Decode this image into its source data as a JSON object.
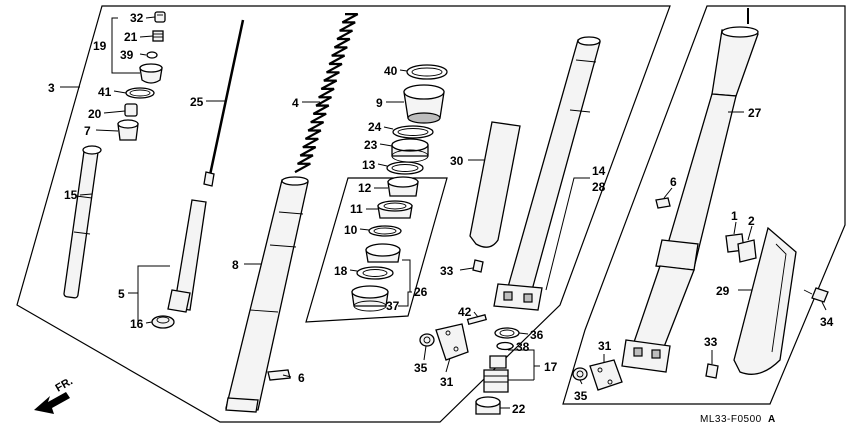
{
  "diagram": {
    "drawing_code": "ML33-F0500",
    "drawing_code_suffix": "A",
    "direction_label": "FR.",
    "callouts": [
      {
        "id": "c32",
        "text": "32"
      },
      {
        "id": "c21",
        "text": "21"
      },
      {
        "id": "c19",
        "text": "19"
      },
      {
        "id": "c39",
        "text": "39"
      },
      {
        "id": "c3",
        "text": "3"
      },
      {
        "id": "c41",
        "text": "41"
      },
      {
        "id": "c20",
        "text": "20"
      },
      {
        "id": "c7",
        "text": "7"
      },
      {
        "id": "c15",
        "text": "15"
      },
      {
        "id": "c5",
        "text": "5"
      },
      {
        "id": "c16",
        "text": "16"
      },
      {
        "id": "c25",
        "text": "25"
      },
      {
        "id": "c4",
        "text": "4"
      },
      {
        "id": "c8",
        "text": "8"
      },
      {
        "id": "c6a",
        "text": "6"
      },
      {
        "id": "c40",
        "text": "40"
      },
      {
        "id": "c9",
        "text": "9"
      },
      {
        "id": "c24",
        "text": "24"
      },
      {
        "id": "c23",
        "text": "23"
      },
      {
        "id": "c13",
        "text": "13"
      },
      {
        "id": "c12",
        "text": "12"
      },
      {
        "id": "c11",
        "text": "11"
      },
      {
        "id": "c10",
        "text": "10"
      },
      {
        "id": "c18",
        "text": "18"
      },
      {
        "id": "c26",
        "text": "26"
      },
      {
        "id": "c37",
        "text": "37"
      },
      {
        "id": "c30",
        "text": "30"
      },
      {
        "id": "c33a",
        "text": "33"
      },
      {
        "id": "c14",
        "text": "14"
      },
      {
        "id": "c28",
        "text": "28"
      },
      {
        "id": "c42",
        "text": "42"
      },
      {
        "id": "c36",
        "text": "36"
      },
      {
        "id": "c38",
        "text": "38"
      },
      {
        "id": "c17",
        "text": "17"
      },
      {
        "id": "c22",
        "text": "22"
      },
      {
        "id": "c35a",
        "text": "35"
      },
      {
        "id": "c31a",
        "text": "31"
      },
      {
        "id": "c27",
        "text": "27"
      },
      {
        "id": "c6b",
        "text": "6"
      },
      {
        "id": "c1",
        "text": "1"
      },
      {
        "id": "c2",
        "text": "2"
      },
      {
        "id": "c29",
        "text": "29"
      },
      {
        "id": "c34",
        "text": "34"
      },
      {
        "id": "c33b",
        "text": "33"
      },
      {
        "id": "c31b",
        "text": "31"
      },
      {
        "id": "c35b",
        "text": "35"
      }
    ]
  }
}
